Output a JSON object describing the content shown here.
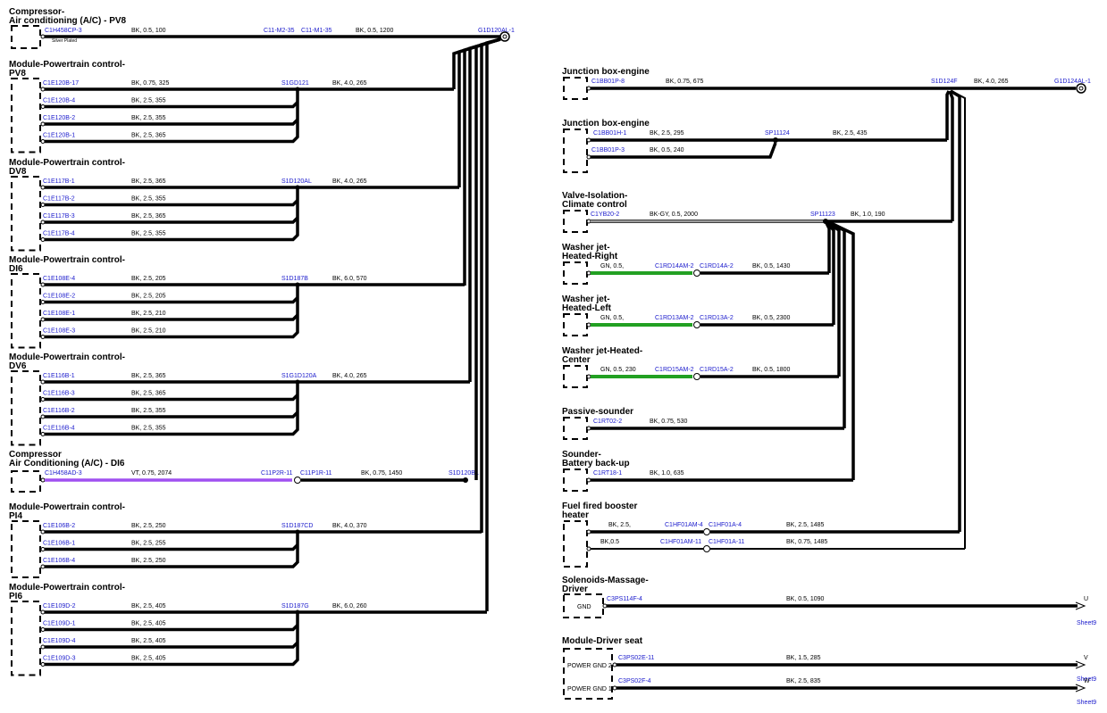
{
  "colors": {
    "wire_bk": "#000000",
    "wire_gn": "#22a022",
    "wire_vt": "#a050f0",
    "pin_text": "#1a1acc"
  },
  "left": {
    "compressor_pv8": {
      "title1": "Compressor-",
      "title2": "Air conditioning (A/C) - PV8",
      "pin": "C1H458CP-3",
      "note": "Silver Plated",
      "spec1": "BK,  0.5,  100",
      "conn_a": "C11-M2-35",
      "conn_b": "C11-M1-35",
      "spec2": "BK,  0.5,  1200",
      "ground": "G1D120AL-1"
    },
    "pcm_pv8": {
      "title1": "Module-Powertrain control-",
      "title2": "PV8",
      "splice": "S1GD121",
      "splice_spec": "BK,  4.0,  265",
      "rows": [
        {
          "pin": "C1E120B-17",
          "spec": "BK,  0.75,  325"
        },
        {
          "pin": "C1E120B-4",
          "spec": "BK,  2.5,  355"
        },
        {
          "pin": "C1E120B-2",
          "spec": "BK,  2.5,  355"
        },
        {
          "pin": "C1E120B-1",
          "spec": "BK,  2.5,  365"
        }
      ]
    },
    "pcm_dv8": {
      "title1": "Module-Powertrain control-",
      "title2": "DV8",
      "splice": "S1D120AL",
      "splice_spec": "BK,  4.0,  265",
      "rows": [
        {
          "pin": "C1E117B-1",
          "spec": "BK,  2.5,  365"
        },
        {
          "pin": "C1E117B-2",
          "spec": "BK,  2.5,  355"
        },
        {
          "pin": "C1E117B-3",
          "spec": "BK,  2.5,  365"
        },
        {
          "pin": "C1E117B-4",
          "spec": "BK,  2.5,  355"
        }
      ]
    },
    "pcm_di6": {
      "title1": "Module-Powertrain control-",
      "title2": "DI6",
      "splice": "S1D187B",
      "splice_spec": "BK,  6.0,  570",
      "rows": [
        {
          "pin": "C1E108E-4",
          "spec": "BK,  2.5,  205"
        },
        {
          "pin": "C1E108E-2",
          "spec": "BK,  2.5,  205"
        },
        {
          "pin": "C1E108E-1",
          "spec": "BK,  2.5,  210"
        },
        {
          "pin": "C1E108E-3",
          "spec": "BK,  2.5,  210"
        }
      ]
    },
    "pcm_dv6": {
      "title1": "Module-Powertrain control-",
      "title2": "DV6",
      "splice": "S1G1D120A",
      "splice_spec": "BK,  4.0,  265",
      "rows": [
        {
          "pin": "C1E116B-1",
          "spec": "BK,  2.5,  365"
        },
        {
          "pin": "C1E116B-3",
          "spec": "BK,  2.5,  365"
        },
        {
          "pin": "C1E116B-2",
          "spec": "BK,  2.5,  355"
        },
        {
          "pin": "C1E116B-4",
          "spec": "BK,  2.5,  355"
        }
      ]
    },
    "compressor_di6": {
      "title1": "Compressor",
      "title2": "Air Conditioning (A/C) - DI6",
      "pin": "C1H458AD-3",
      "spec1": "VT,  0.75,  2074",
      "conn_a": "C11P2R-11",
      "conn_b": "C11P1R-11",
      "spec2": "BK,  0.75,  1450",
      "splice": "S1D120BL"
    },
    "pcm_pi4": {
      "title1": "Module-Powertrain control-",
      "title2": "PI4",
      "splice": "S1D187CD",
      "splice_spec": "BK,  4.0,  370",
      "rows": [
        {
          "pin": "C1E106B-2",
          "spec": "BK,  2.5,  250"
        },
        {
          "pin": "C1E106B-1",
          "spec": "BK,  2.5,  255"
        },
        {
          "pin": "C1E106B-4",
          "spec": "BK,  2.5,  250"
        }
      ]
    },
    "pcm_pi6": {
      "title1": "Module-Powertrain control-",
      "title2": "PI6",
      "splice": "S1D187G",
      "splice_spec": "BK,  6.0,  260",
      "rows": [
        {
          "pin": "C1E109D-2",
          "spec": "BK,  2.5,  405"
        },
        {
          "pin": "C1E109D-1",
          "spec": "BK,  2.5,  405"
        },
        {
          "pin": "C1E109D-4",
          "spec": "BK,  2.5,  405"
        },
        {
          "pin": "C1E109D-3",
          "spec": "BK,  2.5,  405"
        }
      ]
    }
  },
  "right": {
    "jb1": {
      "title": "Junction box-engine",
      "pin": "C1BB01P-8",
      "spec": "BK,  0.75,  675",
      "splice": "S1D124F",
      "splice_spec": "BK,  4.0,  265",
      "ground": "G1D124AL-1"
    },
    "jb2": {
      "title": "Junction box-engine",
      "pin1": "C1BB01H-1",
      "spec1": "BK,  2.5,  295",
      "pin2": "C1BB01P-3",
      "spec2": "BK,  0.5,  240",
      "splice": "SP11124",
      "splice_spec": "BK,  2.5,  435"
    },
    "valve": {
      "title1": "Valve-Isolation-",
      "title2": "Climate control",
      "pin": "C1YB20-2",
      "spec": "BK-GY,  0.5,  2000",
      "splice": "SP11123",
      "splice_spec": "BK,  1.0,  190"
    },
    "washer_r": {
      "title1": "Washer jet-",
      "title2": "Heated-Right",
      "spec1": "GN,  0.5,",
      "conn_a": "C1RD14AM-2",
      "conn_b": "C1RD14A-2",
      "spec2": "BK,  0.5,  1430"
    },
    "washer_l": {
      "title1": "Washer jet-",
      "title2": "Heated-Left",
      "spec1": "GN,  0.5,",
      "conn_a": "C1RD13AM-2",
      "conn_b": "C1RD13A-2",
      "spec2": "BK,  0.5,  2300"
    },
    "washer_c": {
      "title1": "Washer jet-Heated-",
      "title2": "Center",
      "spec1": "GN,  0.5,  230",
      "conn_a": "C1RD15AM-2",
      "conn_b": "C1RD15A-2",
      "spec2": "BK,  0.5,  1800"
    },
    "sounder": {
      "title": "Passive-sounder",
      "pin": "C1RT02-2",
      "spec": "BK,  0.75,  530"
    },
    "sounder_bb": {
      "title1": "Sounder-",
      "title2": "Battery back-up",
      "pin": "C1RT18-1",
      "spec": "BK,  1.0,  635"
    },
    "heater": {
      "title1": "Fuel fired booster",
      "title2": "heater",
      "spec1": "BK,  2.5,",
      "conn1_a": "C1HF01AM-4",
      "conn1_b": "C1HF01A-4",
      "spec1b": "BK,  2.5,  1485",
      "spec2": "BK,0.5",
      "conn2_a": "C1HF01AM-11",
      "conn2_b": "C1HF01A-11",
      "spec2b": "BK,  0.75,  1485"
    },
    "massage": {
      "title1": "Solenoids-Massage-",
      "title2": "Driver",
      "box": "GND",
      "pin": "C3PS114F-4",
      "spec": "BK,  0.5,  1090",
      "arrow": "U",
      "sheet": "Sheet9"
    },
    "seat": {
      "title": "Module-Driver seat",
      "row1": {
        "box": "POWER GND 2",
        "pin": "C3PS02E-11",
        "spec": "BK,  1.5,  285",
        "arrow": "V",
        "sheet": "Sheet9"
      },
      "row2": {
        "box": "POWER GND 1",
        "pin": "C3PS02F-4",
        "spec": "BK,  2.5,  835",
        "arrow": "W",
        "sheet": "Sheet9"
      }
    }
  }
}
